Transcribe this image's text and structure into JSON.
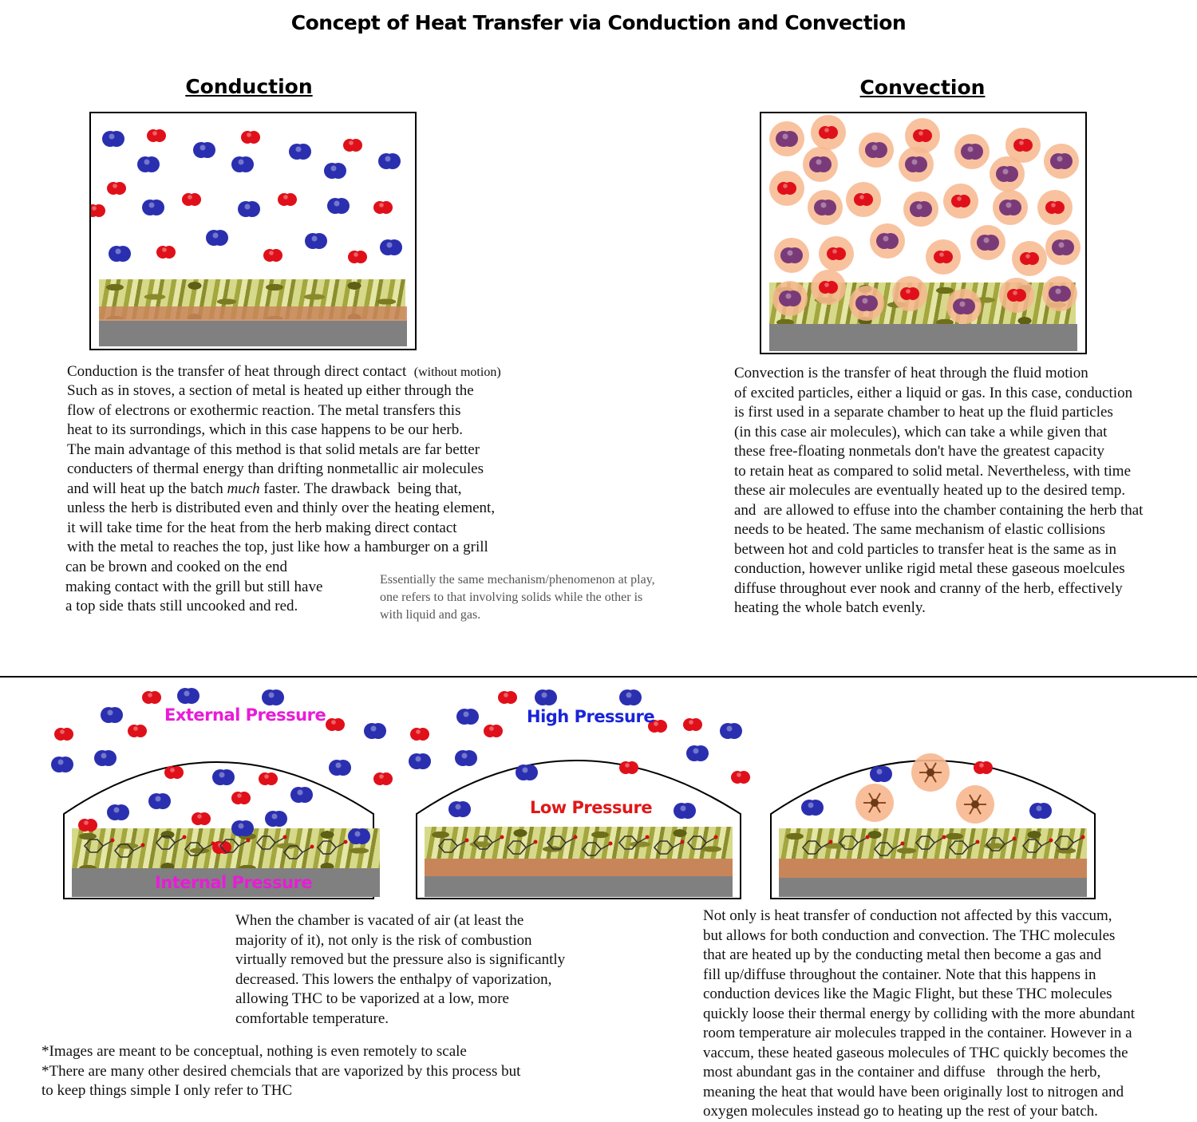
{
  "title": "Concept of Heat Transfer via Conduction and Convection",
  "conduction": {
    "heading": "Conduction",
    "text": "Conduction is the transfer of heat through direct contact",
    "text_small": "(without motion)",
    "body": "Such as in stoves, a section of metal is heated up either through the\nflow of electrons or exothermic reaction. The metal transfers this\nheat to its surrondings, which in this case happens to be our herb.\nThe main advantage of this method is that solid metals are far better\nconducters of thermal energy than drifting nonmetallic air molecules\nand will heat up the batch ",
    "emph": "much",
    "body2": " faster. The drawback  being that,\nunless the herb is distributed even and thinly over the heating element,\nit will take time for the heat from the herb making direct contact\nwith the metal to reaches the top, just like how a hamburger on a grill",
    "body3": "can be brown and cooked on the end\nmaking contact with the grill but still have\na top side thats still uncooked and red."
  },
  "note": "Essentially the same mechanism/phenomenon at play,\none refers to that involving solids while the other is\nwith liquid and gas.",
  "convection": {
    "heading": "Convection",
    "text": "Convection is the transfer of heat through the fluid motion\nof excited particles, either a liquid or gas. In this case, conduction\nis first used in a separate chamber to heat up the fluid particles\n(in this case air molecules), which can take a while given that\nthese free-floating nonmetals don't have the greatest capacity\nto retain heat as compared to solid metal. Nevertheless, with time\nthese air molecules are eventually heated up to the desired temp.\nand  are allowed to effuse into the chamber containing the herb that\nneeds to be heated. The same mechanism of elastic collisions\nbetween hot and cold particles to transfer heat is the same as in\nconduction, however unlike rigid metal these gaseous moelcules\ndiffuse throughout ever nook and cranny of the herb, effectively\nheating the whole batch evenly."
  },
  "labels": {
    "external_pressure": "External Pressure",
    "internal_pressure": "Internal Pressure",
    "high_pressure": "High Pressure",
    "low_pressure": "Low Pressure"
  },
  "vacuum_text": "When the chamber is vacated of air (at least the\nmajority of it), not only is the risk of combustion\nvirtually removed but the pressure also is significantly\ndecreased. This lowers the enthalpy of vaporization,\nallowing THC to be vaporized at a low, more\ncomfortable temperature.",
  "footnotes": "*Images are meant to be conceptual, nothing is even remotely to scale\n*There are many other desired chemcials that are vaporized by this process but\nto keep things simple I only refer to THC",
  "combined_text": "Not only is heat transfer of conduction not affected by this vaccum,\nbut allows for both conduction and convection. The THC molecules\nthat are heated up by the conducting metal then become a gas and\nfill up/diffuse throughout the container. Note that this happens in\nconduction devices like the Magic Flight, but these THC molecules\nquickly loose their thermal energy by colliding with the more abundant\nroom temperature air molecules trapped in the container. However in a\nvaccum, these heated gaseous molecules of THC quickly becomes the\nmost abundant gas in the container and diffuse   through the herb,\nmeaning the heat that would have been originally lost to nitrogen and\noxygen molecules instead go to heating up the rest of your batch.",
  "colors": {
    "oxygen": "#e0101a",
    "nitrogen": "#2a2fb0",
    "heated_glow": "#f7b78e",
    "heated_core": "#7a3a78",
    "pressure_magenta": "#e81cd8",
    "pressure_blue": "#1a24d8",
    "pressure_red": "#e01818",
    "metal_orange": "#c9855a",
    "metal_gray": "#808080"
  }
}
